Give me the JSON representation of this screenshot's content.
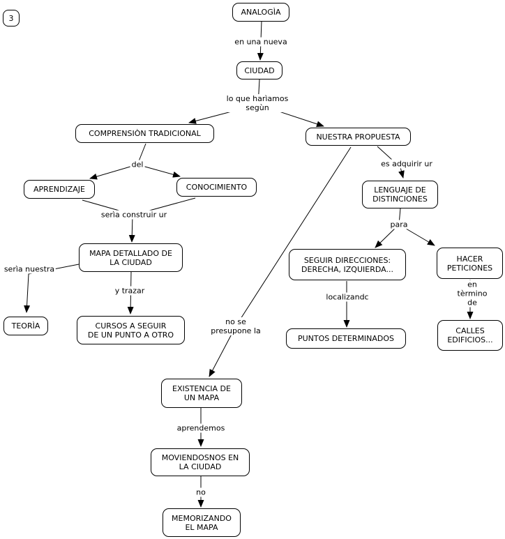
{
  "canvas": {
    "background_color": "#ffffff",
    "ink_color": "#000000",
    "node_fill_color": "#ffffff",
    "node_border_color": "#000000"
  },
  "page_marker": {
    "label": "3"
  },
  "nodes": [
    {
      "id": "analogia",
      "label": "ANALOGÌA"
    },
    {
      "id": "ciudad",
      "label": "CIUDAD"
    },
    {
      "id": "comprension",
      "label": "COMPRENSIÒN TRADICIONAL"
    },
    {
      "id": "nuestra-propuesta",
      "label": "NUESTRA PROPUESTA"
    },
    {
      "id": "aprendizaje",
      "label": "APRENDIZAJE"
    },
    {
      "id": "conocimiento",
      "label": "CONOCIMIENTO"
    },
    {
      "id": "mapa-detallado",
      "label": "MAPA DETALLADO DE\nLA CIUDAD"
    },
    {
      "id": "teoria",
      "label": "TEORÌA"
    },
    {
      "id": "cursos",
      "label": "CURSOS A SEGUIR\nDE UN PUNTO A OTRO"
    },
    {
      "id": "lenguaje",
      "label": "LENGUAJE DE\nDISTINCIONES"
    },
    {
      "id": "seguir-direcciones",
      "label": "SEGUIR DIRECCIONES:\nDERECHA, IZQUIERDA..."
    },
    {
      "id": "hacer-peticiones",
      "label": "HACER\nPETICIONES"
    },
    {
      "id": "puntos-determinados",
      "label": "PUNTOS DETERMINADOS"
    },
    {
      "id": "calles-edificios",
      "label": "CALLES\nEDIFICIOS..."
    },
    {
      "id": "existencia",
      "label": "EXISTENCIA DE\nUN MAPA"
    },
    {
      "id": "moviendosnos",
      "label": "MOVIENDOSNOS EN\nLA CIUDAD"
    },
    {
      "id": "memorizando",
      "label": "MEMORIZANDO\nEL MAPA"
    }
  ],
  "links": [
    {
      "id": "en-una-nueva",
      "label": "en una nueva"
    },
    {
      "id": "lo-que-hariamos",
      "label": "lo que harìamos\nsegùn"
    },
    {
      "id": "del",
      "label": "del"
    },
    {
      "id": "seria-construir",
      "label": "serìa construir ur"
    },
    {
      "id": "seria-nuestra",
      "label": "serìa nuestra"
    },
    {
      "id": "y-trazar",
      "label": "y trazar"
    },
    {
      "id": "es-adquirir",
      "label": "es adquirir ur"
    },
    {
      "id": "para",
      "label": "para"
    },
    {
      "id": "no-se-presupone",
      "label": "no se\npresupone la"
    },
    {
      "id": "localizando",
      "label": "localizandc"
    },
    {
      "id": "en-termino-de",
      "label": "en tèrmino de"
    },
    {
      "id": "aprendemos",
      "label": "aprendemos"
    },
    {
      "id": "no",
      "label": "no"
    }
  ]
}
